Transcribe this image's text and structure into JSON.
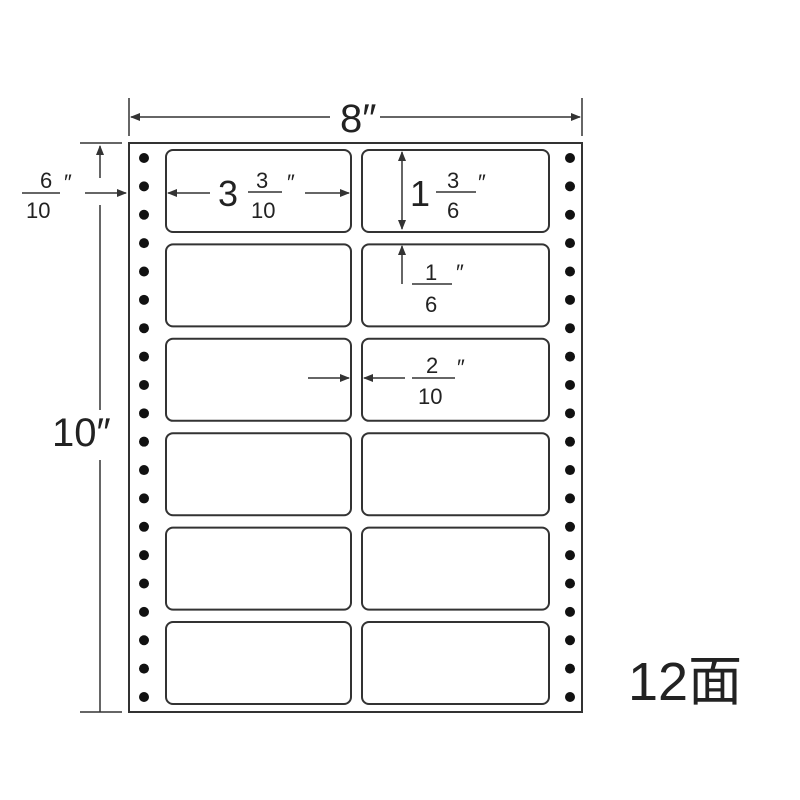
{
  "diagram": {
    "total_width": {
      "whole": "8",
      "unit": "″"
    },
    "total_height": {
      "whole": "10",
      "unit": "″"
    },
    "top_margin": {
      "num": "6",
      "den": "10",
      "unit": "″"
    },
    "label_width": {
      "whole": "3",
      "num": "3",
      "den": "10",
      "unit": "″"
    },
    "label_height": {
      "whole": "1",
      "num": "3",
      "den": "6",
      "unit": "″"
    },
    "row_gap": {
      "num": "1",
      "den": "6",
      "unit": "″"
    },
    "column_gap": {
      "num": "2",
      "den": "10",
      "unit": "″"
    },
    "label_count": "12面",
    "rows": 6,
    "columns": 2,
    "holes_per_side": 20,
    "line_color": "#333333"
  }
}
